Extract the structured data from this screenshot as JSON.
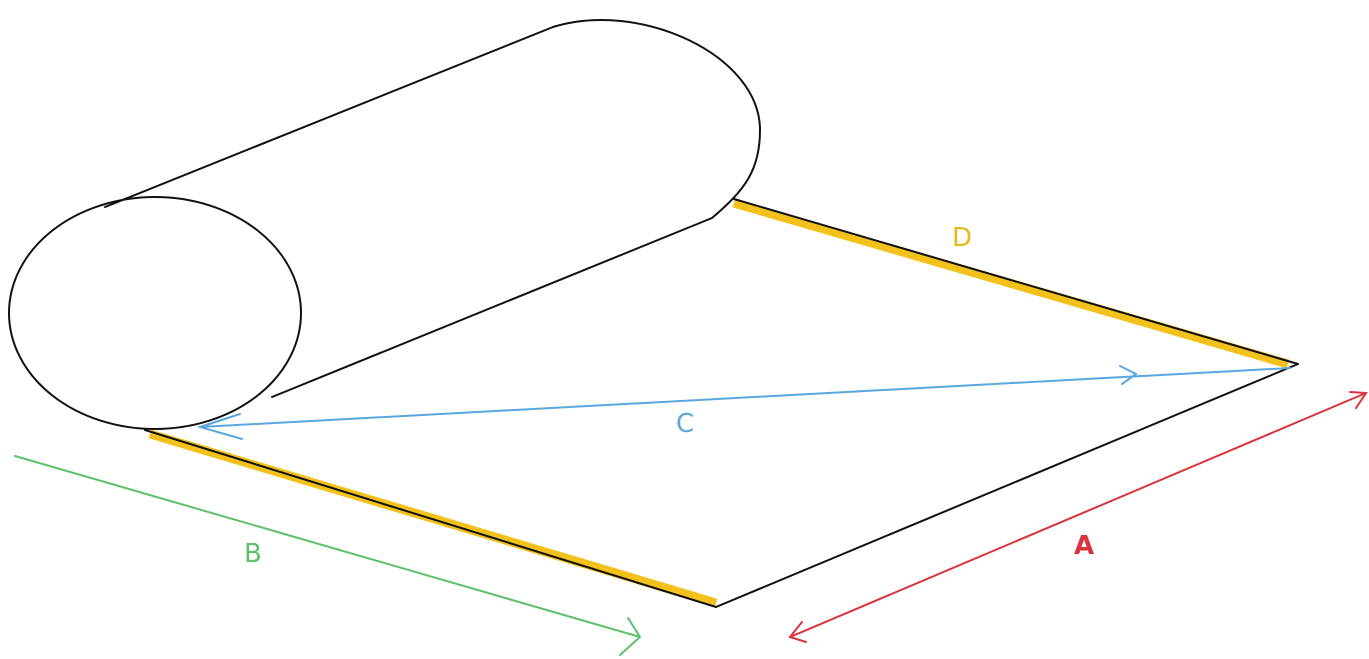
{
  "labels": {
    "a": "A",
    "b": "B",
    "c": "C",
    "d": "D"
  },
  "colors": {
    "outline": "#111111",
    "tape": "#f2c11c",
    "arrow_a": "#d9343c",
    "arrow_b": "#5fc06a",
    "arrow_c": "#5aa7dd",
    "label_d": "#e8b81c"
  }
}
